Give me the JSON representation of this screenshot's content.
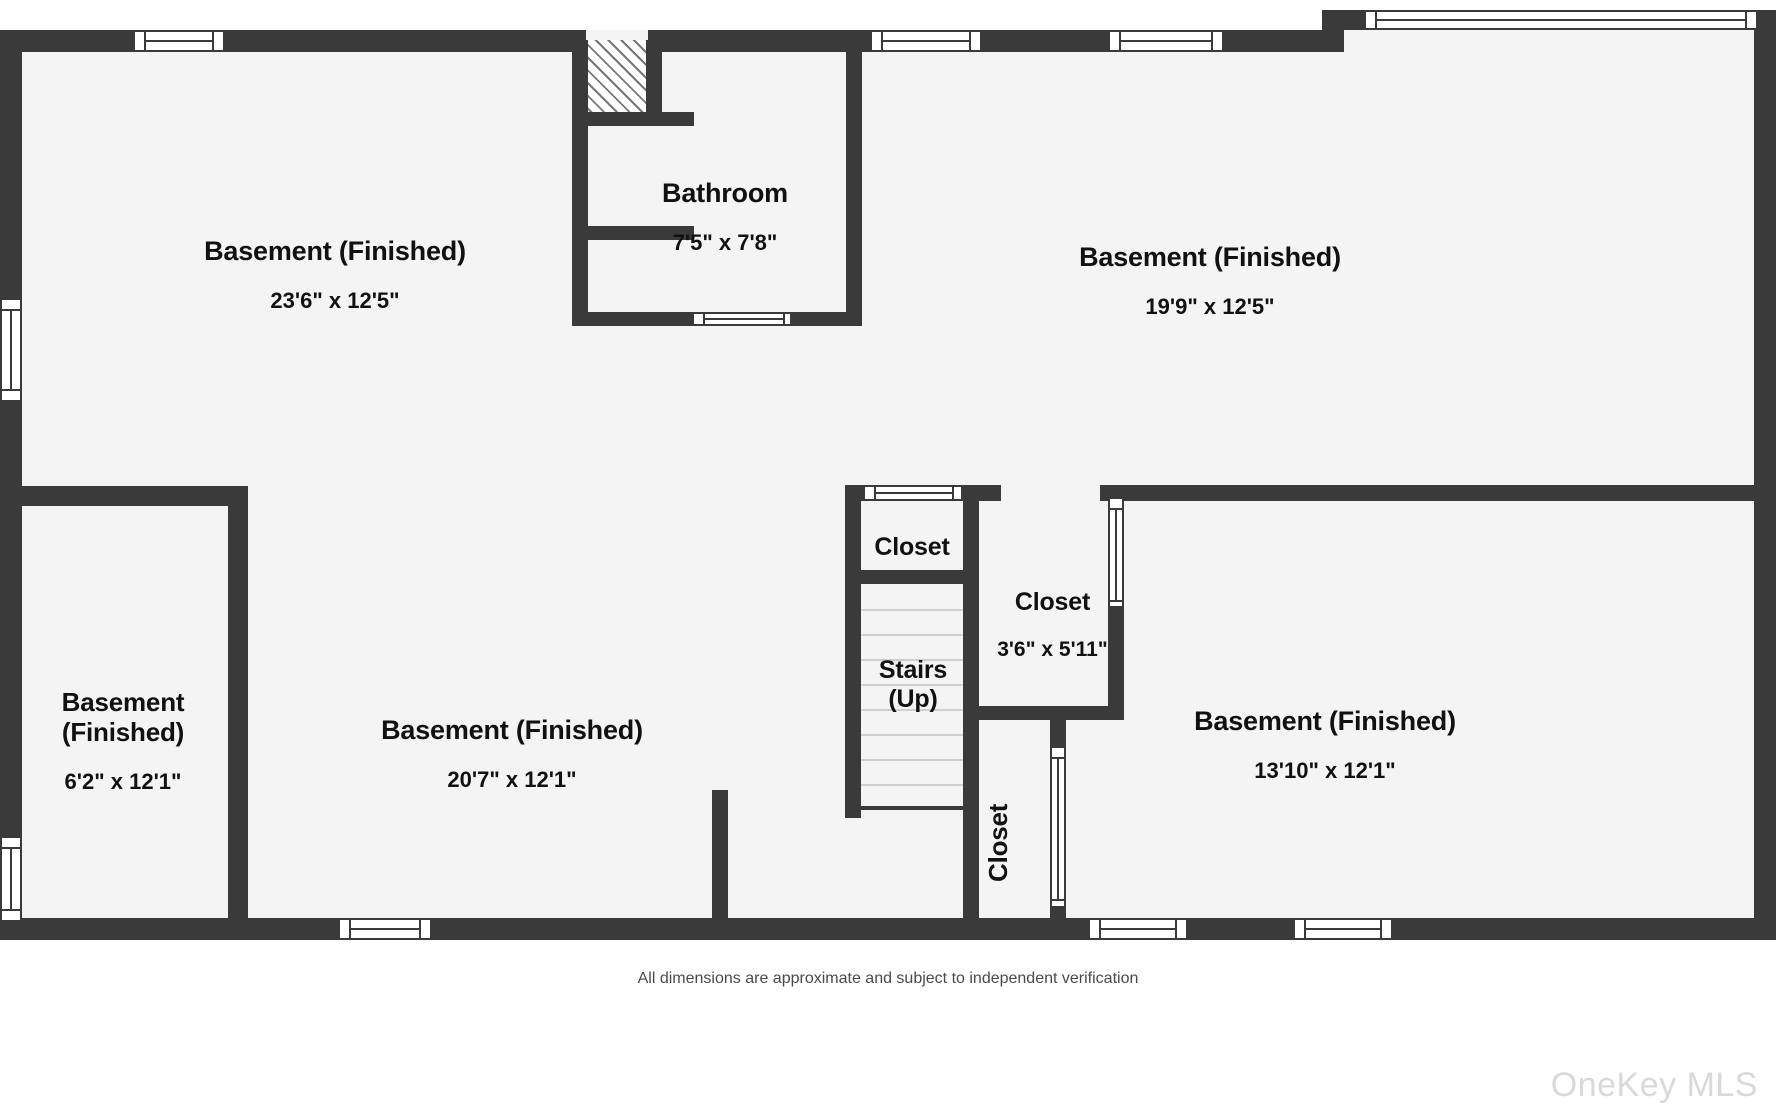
{
  "document": {
    "type": "floor-plan",
    "level": "Basement",
    "disclaimer": "All dimensions are approximate and subject to independent verification",
    "watermark": "OneKey MLS"
  },
  "colors": {
    "wall": "#3a3a3a",
    "floor_fill": "#f4f4f4",
    "page_background": "#ffffff",
    "window_fill": "#ffffff",
    "tread_line": "#cfcfcf",
    "text": "#111111",
    "disclaimer_text": "#4a4a4a",
    "watermark_text": "#d9d9d9"
  },
  "rooms": [
    {
      "id": "basement-nw",
      "name": "Basement (Finished)",
      "dimensions": "23'6\" x 12'5\""
    },
    {
      "id": "bathroom",
      "name": "Bathroom",
      "dimensions": "7'5\" x 7'8\""
    },
    {
      "id": "basement-ne",
      "name": "Basement (Finished)",
      "dimensions": "19'9\" x 12'5\""
    },
    {
      "id": "basement-sw",
      "name": "Basement\n(Finished)",
      "dimensions": "6'2\" x 12'1\""
    },
    {
      "id": "basement-s-center",
      "name": "Basement (Finished)",
      "dimensions": "20'7\" x 12'1\""
    },
    {
      "id": "basement-se",
      "name": "Basement (Finished)",
      "dimensions": "13'10\" x 12'1\""
    },
    {
      "id": "closet-stair-top",
      "name": "Closet",
      "dimensions": ""
    },
    {
      "id": "closet-mid",
      "name": "Closet",
      "dimensions": "3'6\" x 5'11\""
    },
    {
      "id": "closet-lower",
      "name": "Closet",
      "dimensions": ""
    },
    {
      "id": "stairs",
      "name": "Stairs\n(Up)",
      "dimensions": ""
    }
  ]
}
